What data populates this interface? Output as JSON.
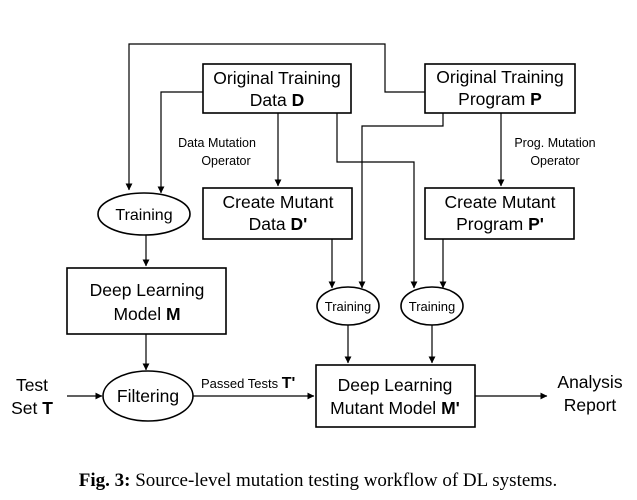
{
  "nodes": {
    "orig_data": {
      "line1": "Original Training",
      "line2_prefix": "Data ",
      "line2_var": "D"
    },
    "orig_prog": {
      "line1": "Original Training",
      "line2_prefix": "Program ",
      "line2_var": "P"
    },
    "training_left": {
      "label": "Training"
    },
    "mutant_data": {
      "line1": "Create Mutant",
      "line2_prefix": "Data ",
      "line2_var": "D'"
    },
    "mutant_prog": {
      "line1": "Create Mutant",
      "line2_prefix": "Program ",
      "line2_var": "P'"
    },
    "dl_model": {
      "line1": "Deep Learning",
      "line2_prefix": "Model ",
      "line2_var": "M"
    },
    "training_mid1": {
      "label": "Training"
    },
    "training_mid2": {
      "label": "Training"
    },
    "filtering": {
      "label": "Filtering"
    },
    "dl_mutant_model": {
      "line1": "Deep Learning",
      "line2_prefix": "Mutant Model ",
      "line2_var": "M'"
    },
    "test_set": {
      "line1": "Test",
      "line2_prefix": "Set ",
      "line2_var": "T"
    },
    "analysis_report": {
      "line1": "Analysis",
      "line2": "Report"
    }
  },
  "edge_labels": {
    "data_mutation": {
      "line1": "Data Mutation",
      "line2": "Operator"
    },
    "prog_mutation": {
      "line1": "Prog. Mutation",
      "line2": "Operator"
    },
    "passed_tests": {
      "prefix": "Passed Tests ",
      "var": "T'"
    }
  },
  "caption": {
    "label": "Fig. 3:",
    "text": " Source-level mutation testing workflow of DL systems."
  }
}
